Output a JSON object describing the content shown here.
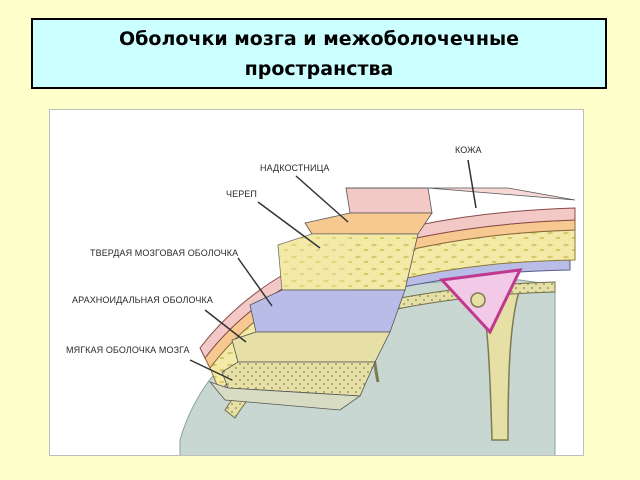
{
  "title": "Оболочки мозга и межоболочечные пространства",
  "labels": {
    "skin": "КОЖА",
    "periosteum": "НАДКОСТНИЦА",
    "skull": "ЧЕРЕП",
    "dura_mater": "ТВЕРДАЯ МОЗГОВАЯ ОБОЛОЧКА",
    "arachnoid": "АРАХНОИДАЛЬНАЯ ОБОЛОЧКА",
    "pia_mater": "МЯГКАЯ ОБОЛОЧКА МОЗГА"
  },
  "colors": {
    "page_background": "#ffffcc",
    "title_background": "#ccffff",
    "skin": "#f2c9c7",
    "periosteum": "#f7c990",
    "skull": "#f3eaa8",
    "dura_mater": "#b8bce6",
    "arachnoid": "#e6e0a6",
    "brain": "#c8d7d2",
    "sinus": "#c0398f"
  }
}
